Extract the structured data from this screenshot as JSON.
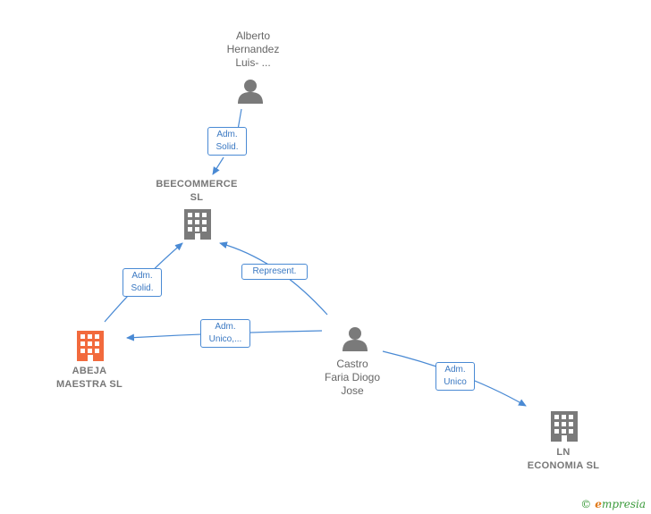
{
  "nodes": {
    "alberto": {
      "label": "Alberto\nHernandez\nLuis- ...",
      "type": "person"
    },
    "beecommerce": {
      "label": "BEECOMMERCE\nSL",
      "type": "company"
    },
    "abeja": {
      "label": "ABEJA\nMAESTRA  SL",
      "type": "company-main"
    },
    "castro": {
      "label": "Castro\nFaria Diogo\nJose",
      "type": "person"
    },
    "ln": {
      "label": "LN\nECONOMIA  SL",
      "type": "company"
    }
  },
  "relations": {
    "alberto_bee": "Adm.\nSolid.",
    "abeja_bee": "Adm.\nSolid.",
    "castro_bee": "Represent.",
    "castro_abeja": "Adm.\nUnico,...",
    "castro_ln": "Adm.\nUnico"
  },
  "colors": {
    "edge": "#4a8ad4",
    "main_company": "#f26a3d",
    "node_gray": "#7a7a7a"
  },
  "footer": {
    "copyright_symbol": "©",
    "brand_initial": "e",
    "brand_rest": "mpresia"
  }
}
